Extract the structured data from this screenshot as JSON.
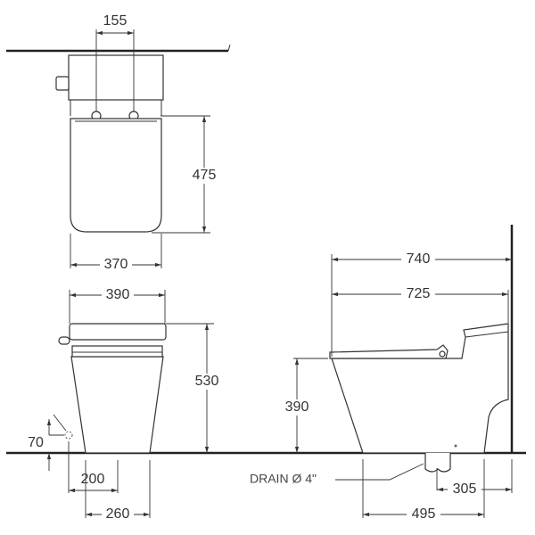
{
  "dimensions": {
    "top_hinge_spacing": "155",
    "top_seat_length": "475",
    "top_seat_width": "370",
    "front_width": "390",
    "front_height": "530",
    "inlet_height": "70",
    "inlet_offset": "200",
    "base_width": "260",
    "side_overall_length": "740",
    "side_body_length": "725",
    "seat_height": "390",
    "drain_to_wall": "305",
    "base_length": "495"
  },
  "labels": {
    "drain": "DRAIN Ø 4\""
  }
}
